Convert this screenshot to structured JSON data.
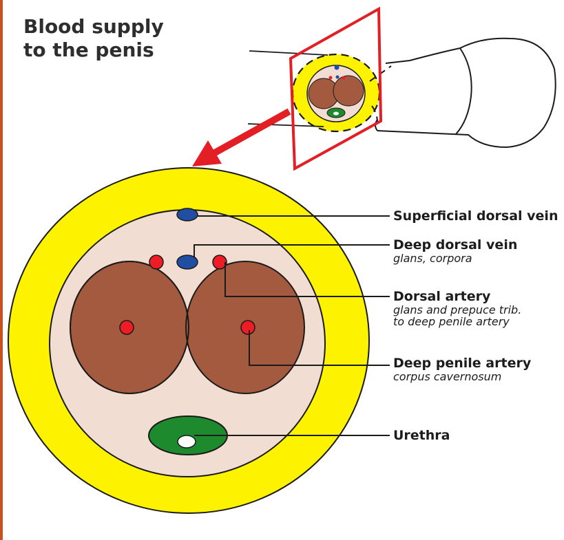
{
  "title": {
    "line1": "Blood supply",
    "line2": "to the penis"
  },
  "labels": {
    "superficial_dorsal_vein": {
      "main": "Superficial dorsal vein"
    },
    "deep_dorsal_vein": {
      "main": "Deep dorsal vein",
      "sub": "glans, corpora"
    },
    "dorsal_artery": {
      "main": "Dorsal artery",
      "sub1": "glans and prepuce trib.",
      "sub2": "to deep penile artery"
    },
    "deep_penile_artery": {
      "main": "Deep penile artery",
      "sub": "corpus cavernosum"
    },
    "urethra": {
      "main": "Urethra"
    }
  },
  "colors": {
    "skin_yellow": "#fdf200",
    "fascia": "#f2ddd2",
    "corpora": "#a45a3e",
    "artery_red": "#ee1c24",
    "vein_blue": "#1f4ea3",
    "urethra_green": "#1e8a2e",
    "plane_red": "#e31e24",
    "border_orange": "#c8501f"
  }
}
